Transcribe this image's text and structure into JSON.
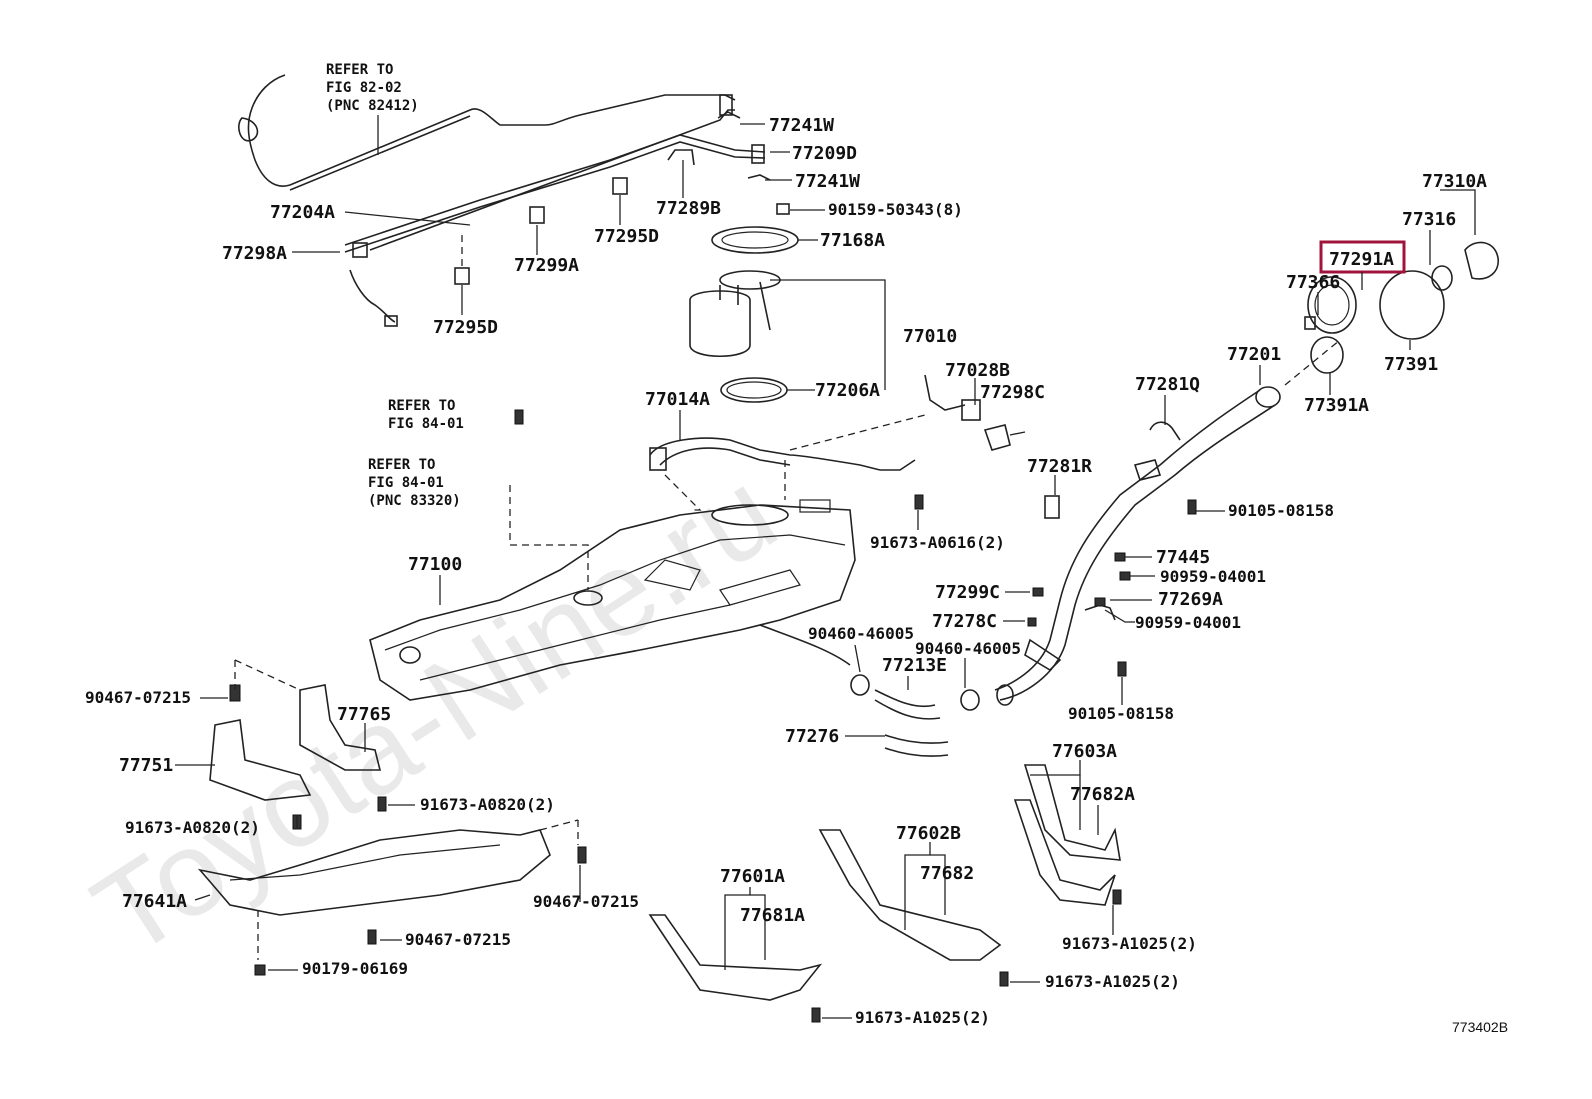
{
  "watermark": "Toyota-Nine.ru",
  "figure_id": "773402B",
  "highlighted_part": "77291A",
  "notes": [
    {
      "id": "note-fig82",
      "lines": [
        "REFER TO",
        "FIG 82-02",
        "(PNC 82412)"
      ]
    },
    {
      "id": "note-fig84a",
      "lines": [
        "REFER TO",
        "FIG 84-01"
      ]
    },
    {
      "id": "note-fig84b",
      "lines": [
        "REFER TO",
        "FIG 84-01",
        "(PNC 83320)"
      ]
    }
  ],
  "labels": [
    "77241W",
    "77209D",
    "77241W",
    "90159-50343(8)",
    "77289B",
    "77204A",
    "77298A",
    "77299A",
    "77295D",
    "77295D",
    "77168A",
    "77010",
    "77206A",
    "77014A",
    "77028B",
    "77298C",
    "77100",
    "91673-A0616(2)",
    "77310A",
    "77316",
    "77291A",
    "77366",
    "77391",
    "77201",
    "77391A",
    "77281Q",
    "77281R",
    "90105-08158",
    "77445",
    "90959-04001",
    "77299C",
    "77269A",
    "77278C",
    "90959-04001",
    "90460-46005",
    "90460-46005",
    "77213E",
    "90105-08158",
    "90467-07215",
    "77765",
    "77751",
    "77276",
    "77603A",
    "77682A",
    "91673-A0820(2)",
    "91673-A0820(2)",
    "77602B",
    "77682",
    "77641A",
    "90467-07215",
    "77601A",
    "77681A",
    "90467-07215",
    "91673-A1025(2)",
    "90179-06169",
    "91673-A1025(2)",
    "91673-A1025(2)"
  ]
}
